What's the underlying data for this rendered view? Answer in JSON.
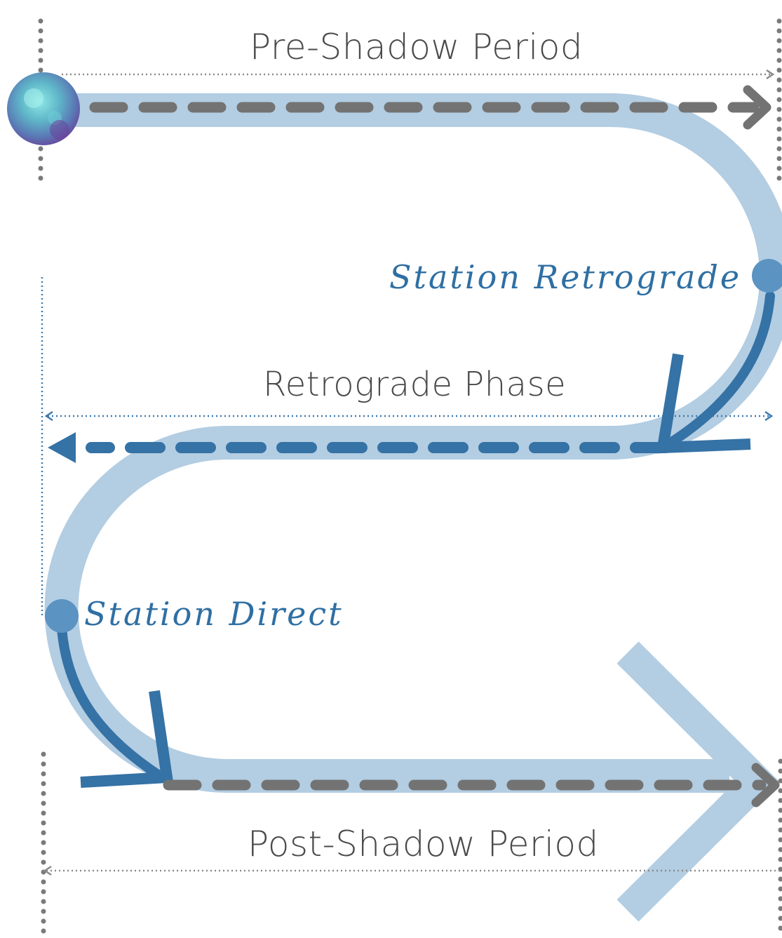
{
  "labels": {
    "pre_shadow": "Pre-Shadow Period",
    "station_retrograde": "Station Retrograde",
    "retrograde_phase": "Retrograde Phase",
    "station_direct": "Station Direct",
    "post_shadow": "Post-Shadow Period"
  },
  "colors": {
    "path": "#b3cde2",
    "retro_blue": "#3572a5",
    "dash_gray": "#737373",
    "dot_gray": "#7a7a7a",
    "station_dot": "#5b93c2"
  }
}
